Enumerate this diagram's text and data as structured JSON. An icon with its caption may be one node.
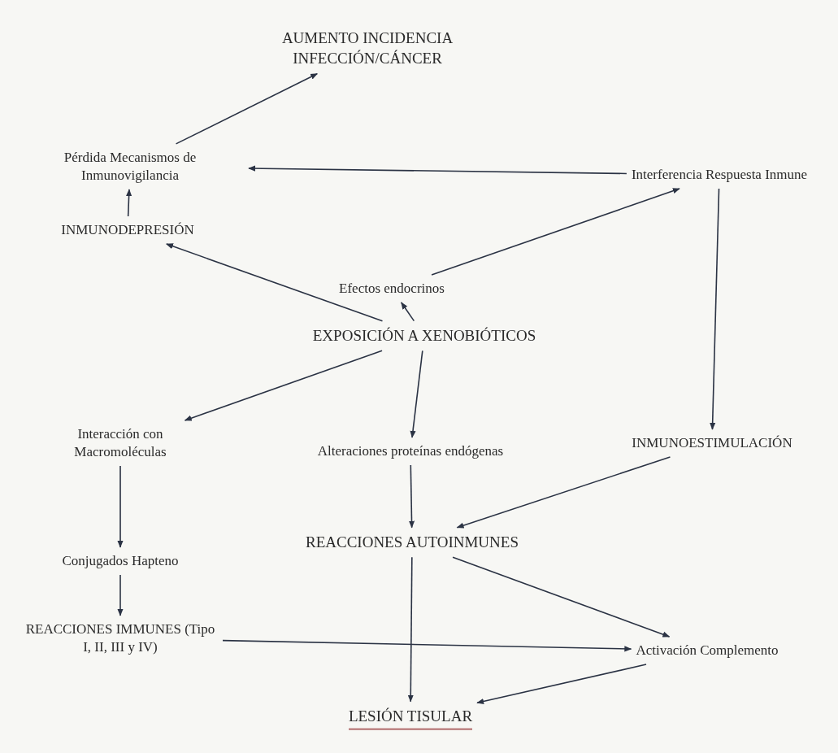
{
  "diagram": {
    "nodes": [
      {
        "text": [
          "AUMENTO INCIDENCIA INFECCIÓN/CÁNCER"
        ]
      },
      {
        "text": [
          "Pérdida Mecanismos de Inmunovigilancia"
        ]
      },
      {
        "text": [
          "Interferencia Respuesta Inmune"
        ]
      },
      {
        "text": [
          "INMUNODEPRESIÓN"
        ]
      },
      {
        "text": [
          "Efectos endocrinos"
        ]
      },
      {
        "text": [
          "EXPOSICIÓN A XENOBIÓTICOS"
        ]
      },
      {
        "text": [
          "Interacción con Macromoléculas"
        ]
      },
      {
        "text": [
          "Alteraciones proteínas endógenas"
        ]
      },
      {
        "text": [
          "INMUNOESTIMULACIÓN"
        ]
      },
      {
        "text": [
          "Conjugados Hapteno"
        ]
      },
      {
        "text": [
          "REACCIONES AUTOINMUNES"
        ]
      },
      {
        "text": [
          "REACCIONES IMMUNES (Tipo I, II, III y IV)"
        ]
      },
      {
        "text": [
          "Activación Complemento"
        ]
      },
      {
        "text": [
          "LESIÓN TISULAR"
        ]
      }
    ],
    "edges": [
      {
        "from": 1,
        "to": 0,
        "arrow": "to"
      },
      {
        "from": 2,
        "to": 1,
        "arrow": "to"
      },
      {
        "from": 3,
        "to": 1,
        "arrow": "to"
      },
      {
        "from": 5,
        "to": 3,
        "arrow": "to"
      },
      {
        "from": 5,
        "to": 4,
        "arrow": "to"
      },
      {
        "from": 4,
        "to": 2,
        "arrow": "to"
      },
      {
        "from": 2,
        "to": 8,
        "arrow": "to"
      },
      {
        "from": 5,
        "to": 6,
        "arrow": "to"
      },
      {
        "from": 5,
        "to": 7,
        "arrow": "to"
      },
      {
        "from": 6,
        "to": 9,
        "arrow": "to"
      },
      {
        "from": 7,
        "to": 10,
        "arrow": "to"
      },
      {
        "from": 8,
        "to": 10,
        "arrow": "to"
      },
      {
        "from": 9,
        "to": 11,
        "arrow": "to"
      },
      {
        "from": 10,
        "to": 13,
        "arrow": "to"
      },
      {
        "from": 10,
        "to": 12,
        "arrow": "to"
      },
      {
        "from": 11,
        "to": 12,
        "arrow": "to"
      },
      {
        "from": 12,
        "to": 13,
        "arrow": "to"
      }
    ]
  }
}
